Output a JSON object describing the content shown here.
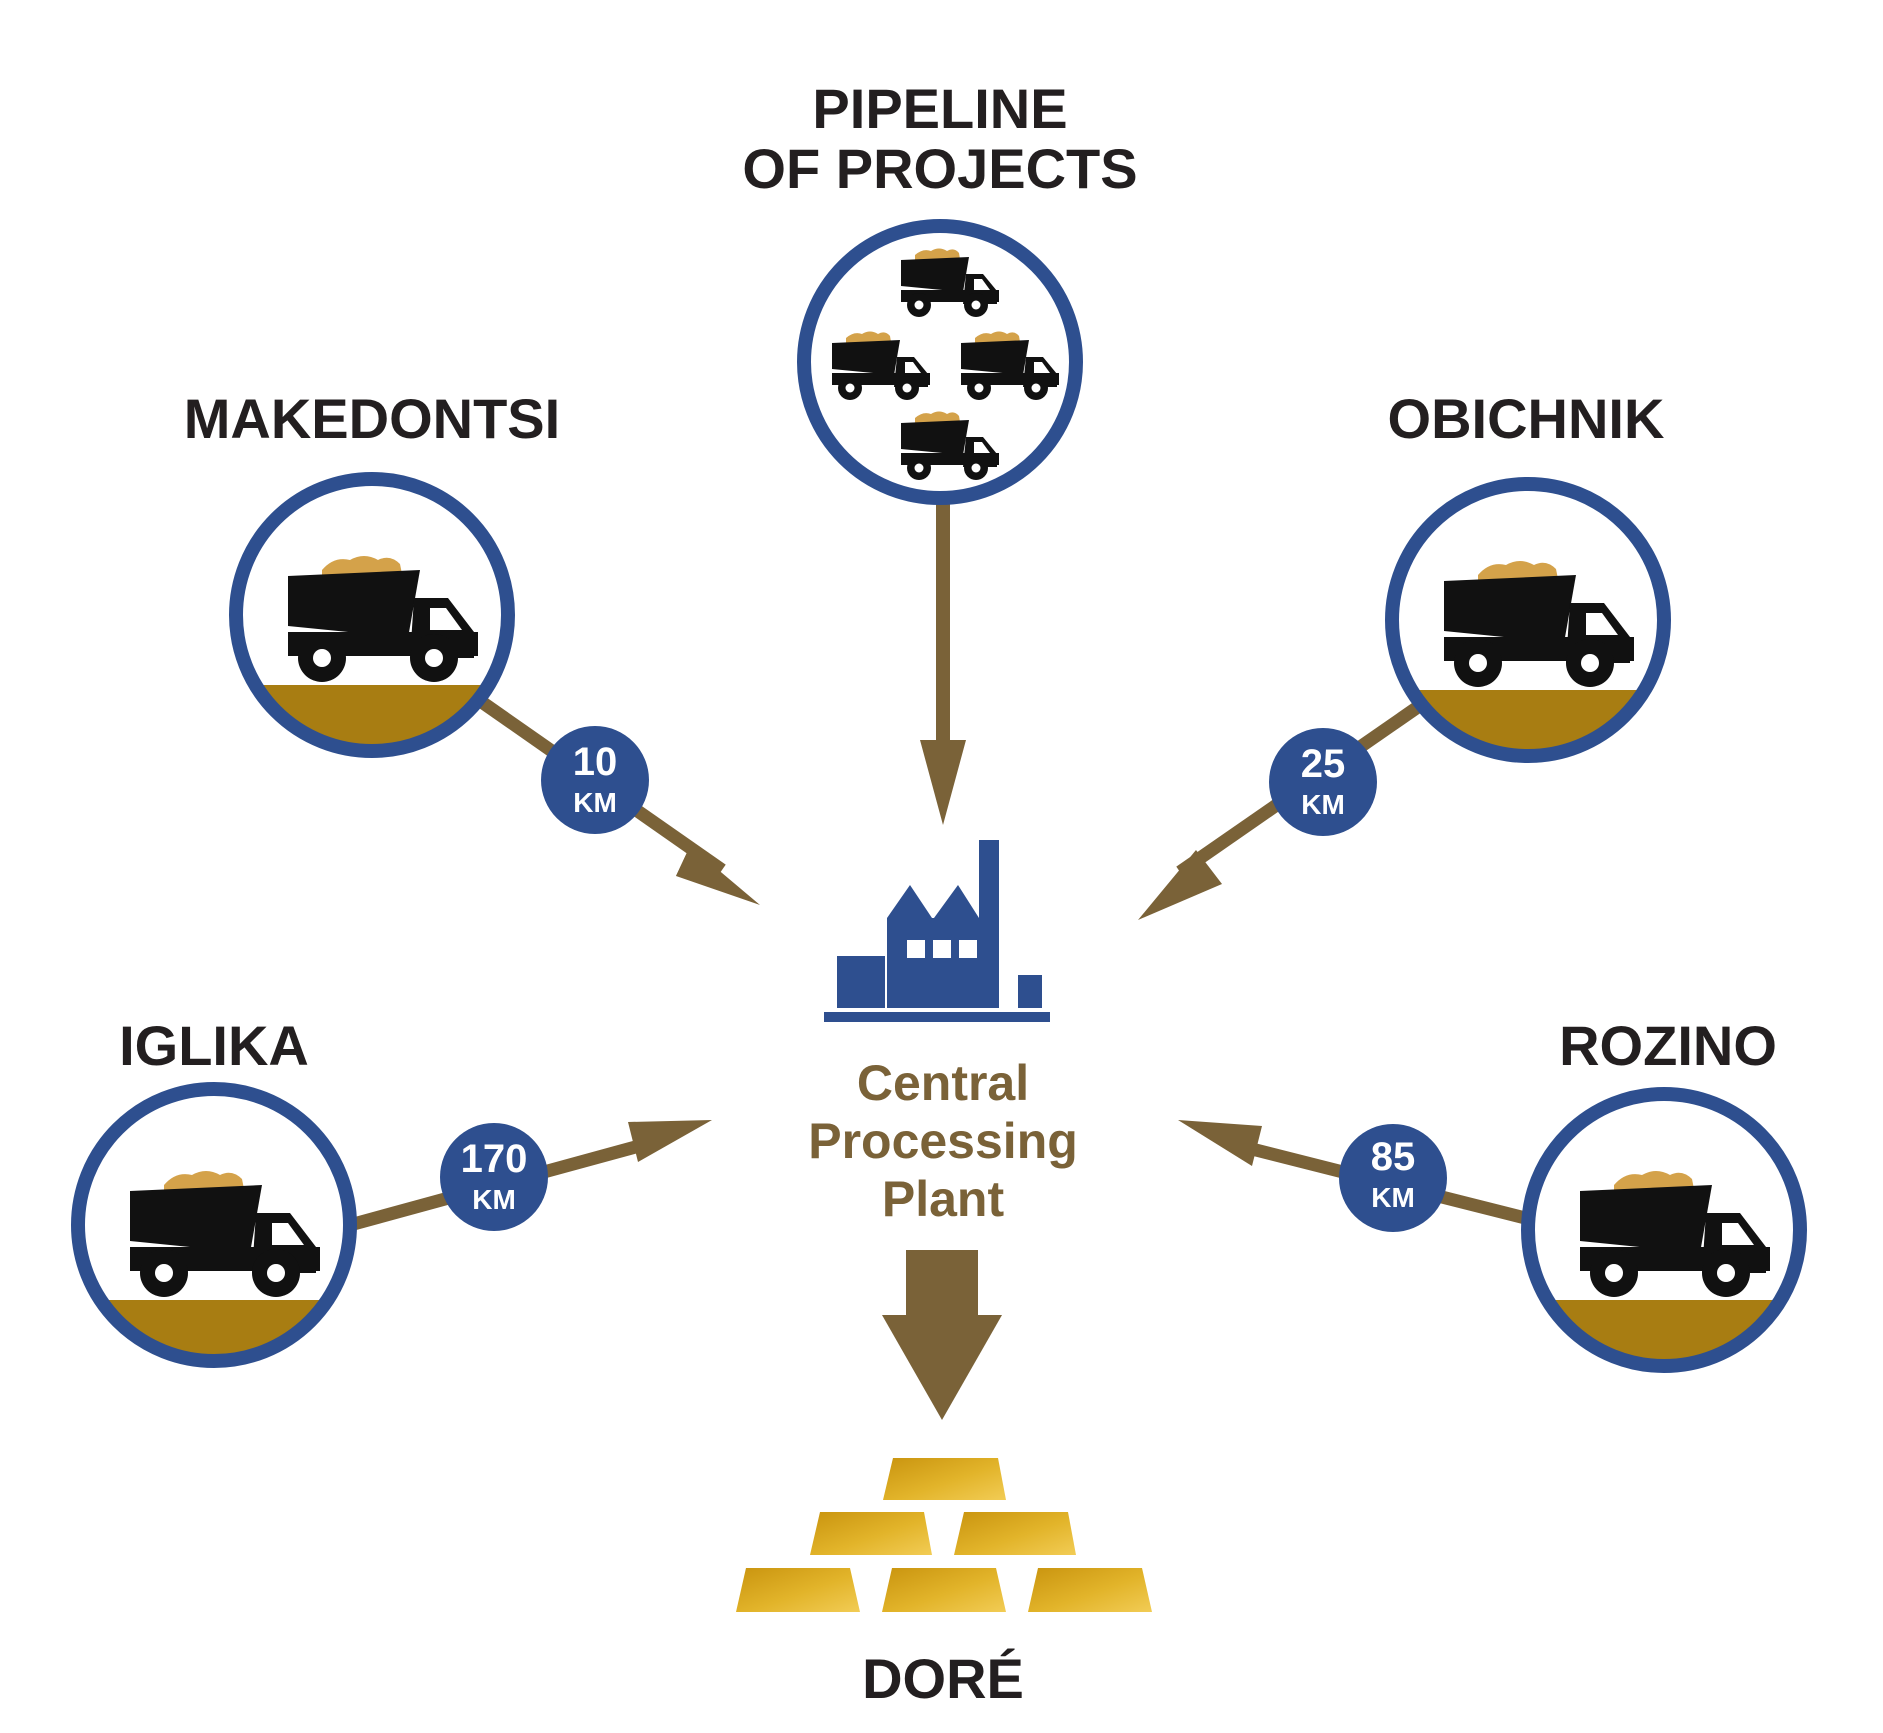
{
  "pipeline": {
    "title_line1": "PIPELINE",
    "title_line2": "OF PROJECTS"
  },
  "sites": {
    "makedontsi": {
      "name": "MAKEDONTSI",
      "distance": "10",
      "unit": "KM"
    },
    "obichnik": {
      "name": "OBICHNIK",
      "distance": "25",
      "unit": "KM"
    },
    "iglika": {
      "name": "IGLIKA",
      "distance": "170",
      "unit": "KM"
    },
    "rozino": {
      "name": "ROZINO",
      "distance": "85",
      "unit": "KM"
    }
  },
  "plant": {
    "line1": "Central",
    "line2": "Processing",
    "line3": "Plant",
    "icon": "factory-icon"
  },
  "output": {
    "label": "DORÉ",
    "icon": "gold-bars-icon"
  },
  "colors": {
    "ring_blue": "#2e4f8f",
    "arrow_brown": "#7a6238",
    "ground_gold": "#a87d12",
    "ore": "#d4a24a",
    "truck": "#111111",
    "gold_bar": "#d8ac1c"
  }
}
